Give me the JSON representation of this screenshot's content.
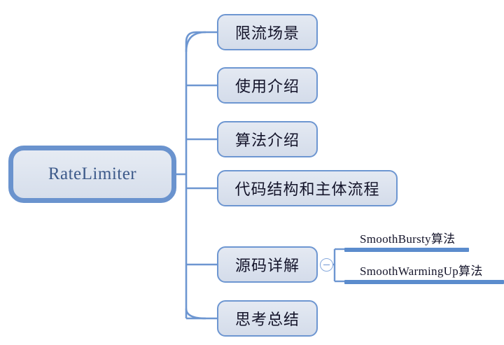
{
  "diagram": {
    "type": "mind-map",
    "background_color": "#ffffff",
    "accent_color": "#6d96d1",
    "node_fill_color": "#dce3ee",
    "root_text_color": "#3d5a8a",
    "node_text_color": "#14142a",
    "connector_color": "#6d96d1",
    "leaf_bar_color": "#5b8ccd"
  },
  "root": {
    "label": "RateLimiter"
  },
  "branches": [
    {
      "label": "限流场景"
    },
    {
      "label": "使用介绍"
    },
    {
      "label": "算法介绍"
    },
    {
      "label": "代码结构和主体流程"
    },
    {
      "label": "源码详解"
    },
    {
      "label": "思考总结"
    }
  ],
  "subbranch": {
    "parent_label": "源码详解",
    "toggle": {
      "state": "expanded",
      "glyph": "minus"
    },
    "leaves": [
      {
        "label": "SmoothBursty算法"
      },
      {
        "label": "SmoothWarmingUp算法"
      }
    ]
  }
}
